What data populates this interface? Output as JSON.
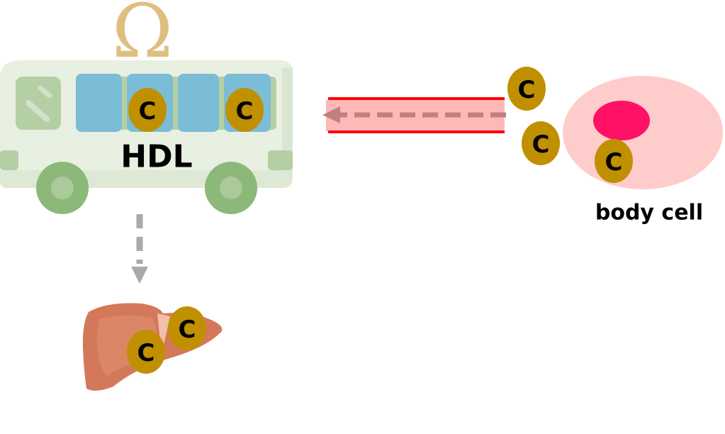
{
  "labels": {
    "omega": "Ω",
    "hdl": "HDL",
    "body_cell": "body cell",
    "cholesterol": "C"
  },
  "colors": {
    "cholesterol": "#c09000",
    "bus_body": "#e8f0e2",
    "window": "#7bbdd6",
    "wheel": "#8cb87a",
    "omega": "#dfbf80",
    "cell": "#ffcccc",
    "nucleus": "#ff1166",
    "channel_line": "#ff0000",
    "arrow": "#aaaaaa",
    "liver": "#d4785a"
  }
}
